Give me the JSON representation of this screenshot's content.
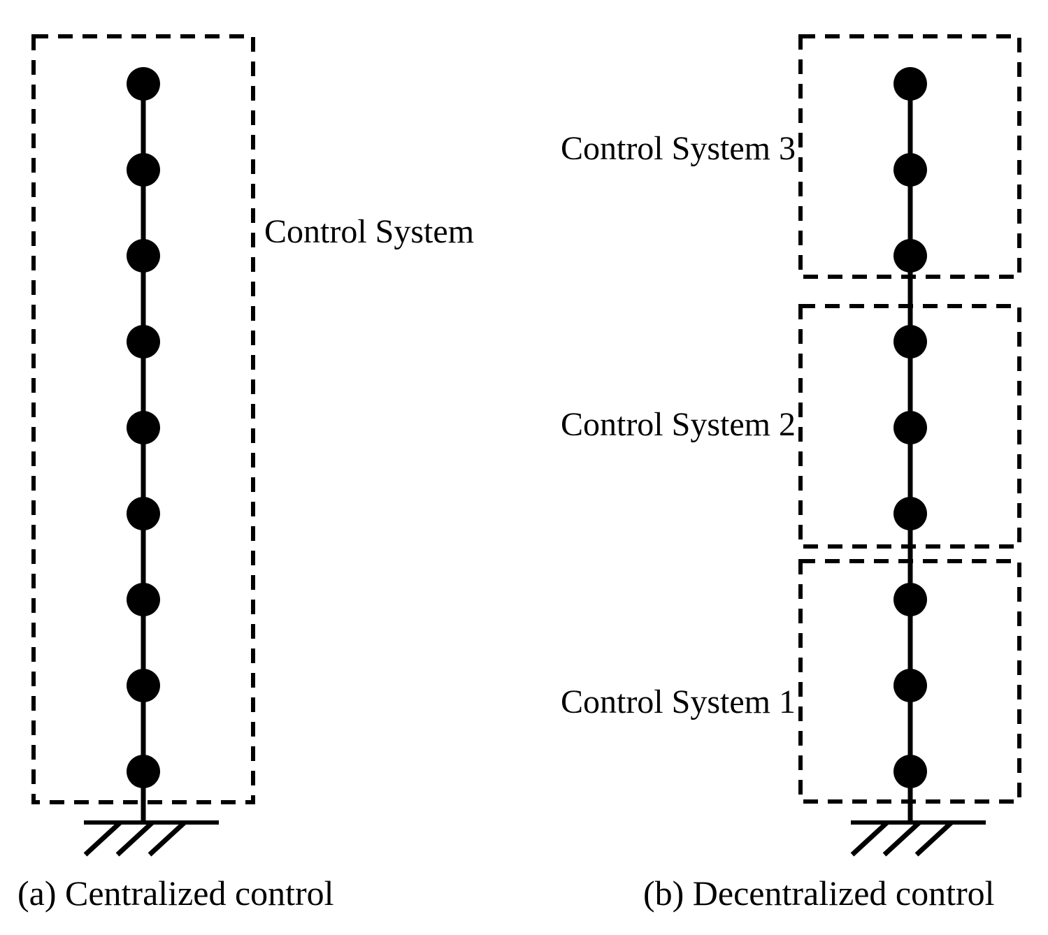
{
  "colors": {
    "ink": "#000000",
    "background": "#ffffff"
  },
  "figure_a": {
    "caption": "(a) Centralized control",
    "label": "Control System",
    "node_count": 9
  },
  "figure_b": {
    "caption": "(b) Decentralized control",
    "groups": [
      {
        "label": "Control System 3",
        "nodes": 3
      },
      {
        "label": "Control System 2",
        "nodes": 3
      },
      {
        "label": "Control System 1",
        "nodes": 3
      }
    ]
  }
}
